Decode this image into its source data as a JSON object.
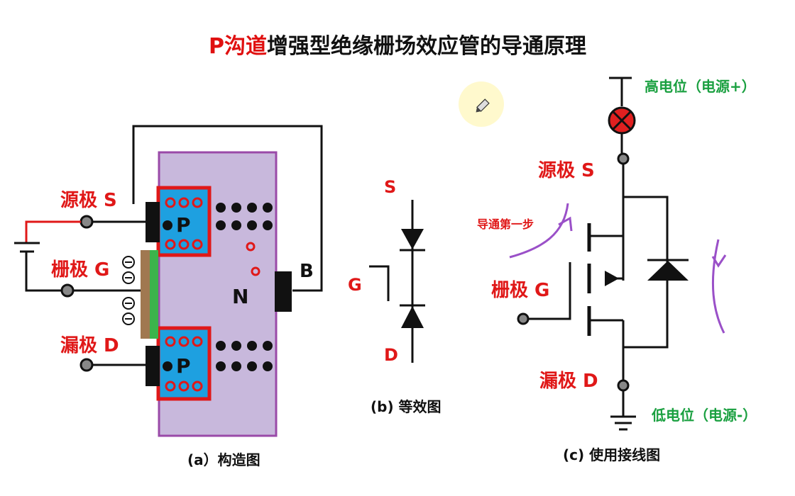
{
  "title": {
    "highlight": "P沟道",
    "rest": "增强型绝缘栅场效应管的导通原理"
  },
  "struct": {
    "source_label": "源极 S",
    "gate_label": "栅极 G",
    "drain_label": "漏极 D",
    "p_top": "P",
    "p_bottom": "P",
    "n_label": "N",
    "b_label": "B",
    "caption": "(a）构造图"
  },
  "equiv": {
    "s": "S",
    "g": "G",
    "d": "D",
    "caption": "(b) 等效图"
  },
  "wiring": {
    "high": "高电位（电源+）",
    "low": "低电位（电源-）",
    "source_label": "源极 S",
    "gate_label": "栅极 G",
    "drain_label": "漏极 D",
    "step": "导通第一步",
    "caption": "(c) 使用接线图"
  },
  "colors": {
    "red": "#e01818",
    "green": "#1aa040",
    "purple_substrate": "#c8b8dc",
    "p_region": "#1ea0e0",
    "oxide": "#3cb44b",
    "gate_metal": "#a07850",
    "arrow_purple": "#9a50c8"
  }
}
